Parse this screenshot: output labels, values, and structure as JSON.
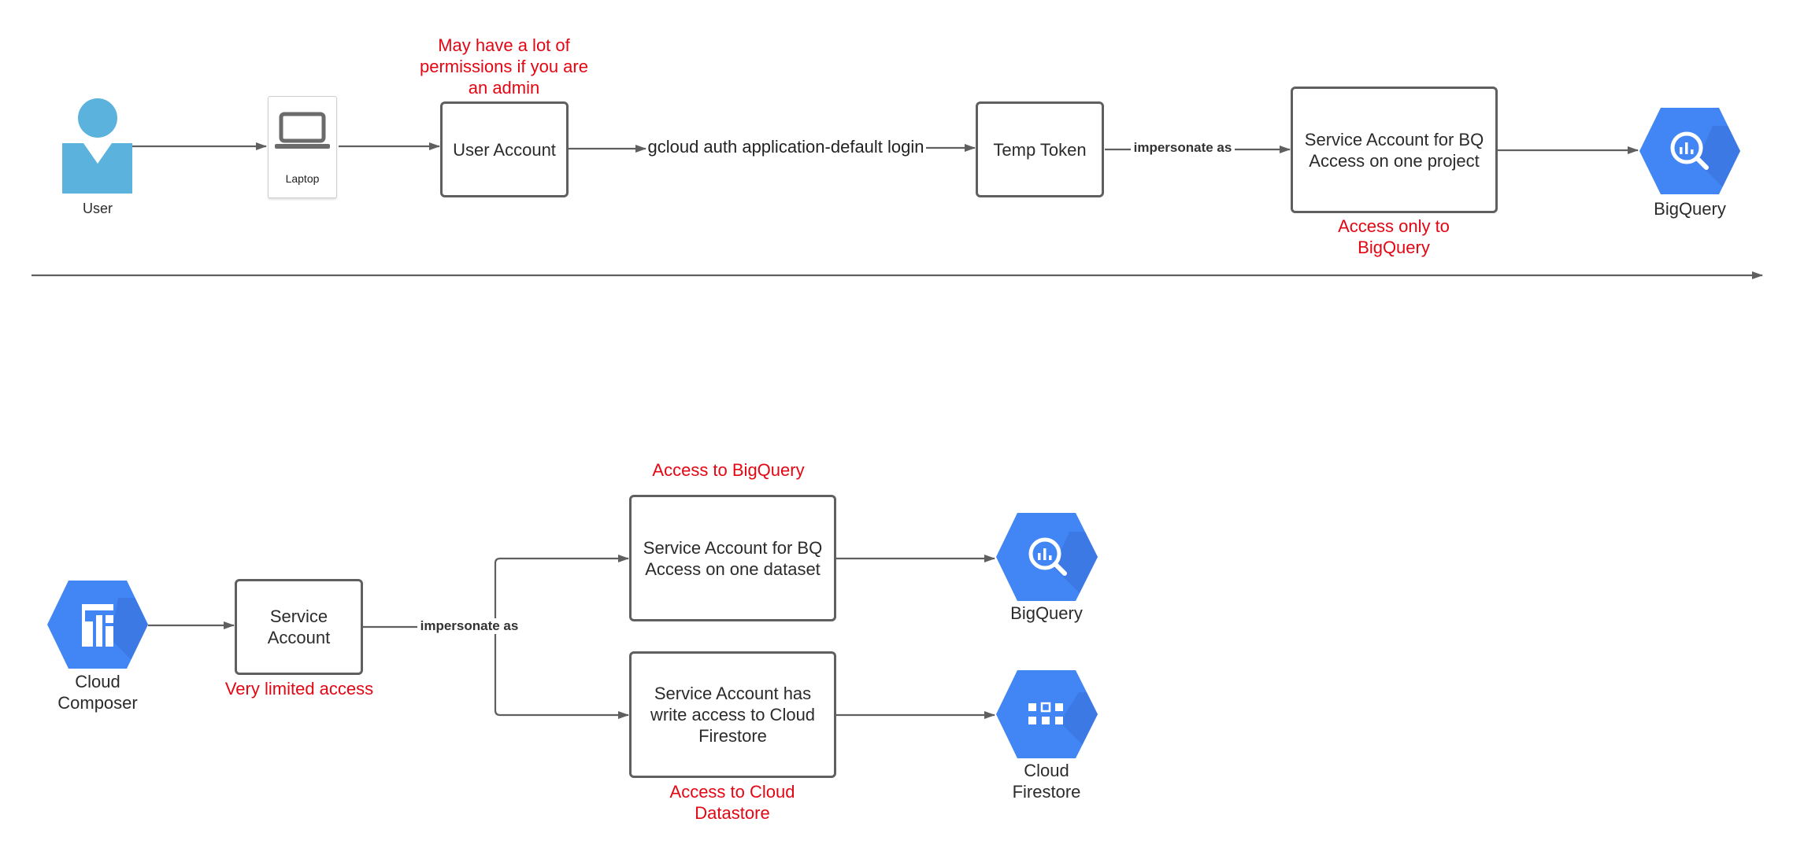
{
  "top_flow": {
    "user_label": "User",
    "laptop_label": "Laptop",
    "user_account_note": "May have a lot of\npermissions if you are\nan admin",
    "user_account": "User Account",
    "gcloud_command": "gcloud auth application-default login",
    "temp_token": "Temp Token",
    "impersonate_label": "impersonate as",
    "bq_service_account": "Service Account for BQ\nAccess on one project",
    "bq_service_account_note": "Access only to\nBigQuery",
    "bigquery_label": "BigQuery"
  },
  "bottom_flow": {
    "composer_label": "Cloud\nComposer",
    "service_account": "Service\nAccount",
    "service_account_note": "Very limited access",
    "impersonate_label": "impersonate as",
    "bq_dataset_note": "Access to BigQuery",
    "bq_dataset_account": "Service Account for BQ\nAccess on one dataset",
    "bigquery_label": "BigQuery",
    "firestore_account": "Service Account has\nwrite access to Cloud\nFirestore",
    "firestore_note": "Access to Cloud\nDatastore",
    "firestore_label": "Cloud\nFirestore"
  },
  "colors": {
    "gcp_blue": "#4285f4",
    "gcp_shadow": "#3a6fd8",
    "user_icon": "#5bb3dd",
    "note_red": "#e30613",
    "edge": "#5f5f5f"
  },
  "icons": [
    "user-person-icon",
    "laptop-icon",
    "bigquery-icon",
    "cloud-composer-icon",
    "cloud-firestore-icon"
  ]
}
